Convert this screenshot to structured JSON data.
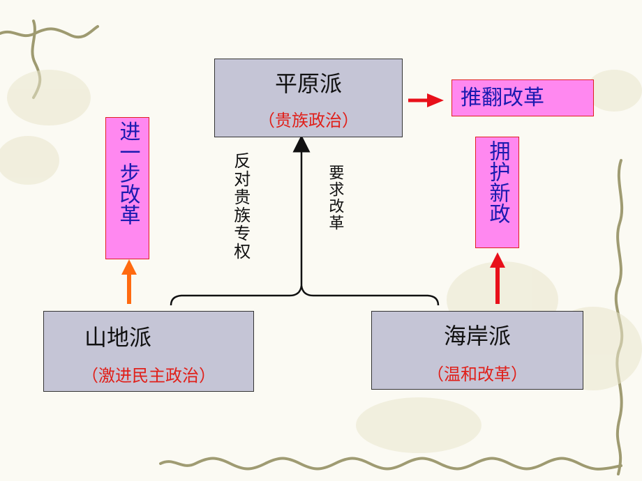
{
  "nodes": {
    "plain": {
      "title": "平原派",
      "subtitle": "（贵族政治）"
    },
    "mountain": {
      "title": "山地派",
      "subtitle": "（激进民主政治）"
    },
    "coast": {
      "title": "海岸派",
      "subtitle": "（温和改革）"
    }
  },
  "outcomes": {
    "plain": "推翻改革",
    "mountain": "进一步改革",
    "coast": "拥护新政"
  },
  "edge_labels": {
    "oppose": "反对贵族专权",
    "demand": "要求改革"
  },
  "colors": {
    "box_fill": "#c5c5d6",
    "outcome_fill": "#ff88f0",
    "outcome_text": "#1a1ab0",
    "subtitle_text": "#e0201a",
    "arrow_red": "#e8101a",
    "arrow_orange": "#ff6a10"
  }
}
